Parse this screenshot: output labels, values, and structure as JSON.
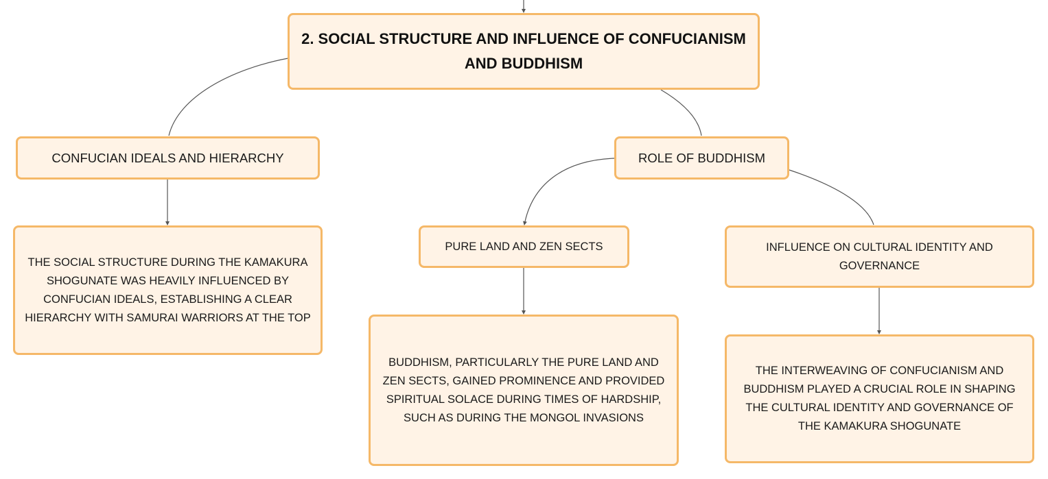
{
  "diagram": {
    "root": {
      "title": "2. SOCIAL STRUCTURE AND INFLUENCE OF CONFUCIANISM AND BUDDHISM"
    },
    "branches": [
      {
        "label": "CONFUCIAN IDEALS AND HIERARCHY",
        "detail": "THE SOCIAL STRUCTURE DURING THE KAMAKURA SHOGUNATE WAS HEAVILY INFLUENCED BY CONFUCIAN IDEALS, ESTABLISHING A CLEAR HIERARCHY WITH SAMURAI WARRIORS AT THE TOP"
      },
      {
        "label": "ROLE OF BUDDHISM",
        "children": [
          {
            "label": "PURE LAND AND ZEN SECTS",
            "detail": "BUDDHISM, PARTICULARLY THE PURE LAND AND ZEN SECTS, GAINED PROMINENCE AND PROVIDED SPIRITUAL SOLACE DURING TIMES OF HARDSHIP, SUCH AS DURING THE MONGOL INVASIONS"
          },
          {
            "label": "INFLUENCE ON CULTURAL IDENTITY AND GOVERNANCE",
            "detail": "THE INTERWEAVING OF CONFUCIANISM AND BUDDHISM PLAYED A CRUCIAL ROLE IN SHAPING THE CULTURAL IDENTITY AND GOVERNANCE OF THE KAMAKURA SHOGUNATE"
          }
        ]
      }
    ]
  },
  "colors": {
    "node_fill": "#fff3e6",
    "node_border": "#f5b868",
    "connector": "#555555",
    "text": "#1a1a1a"
  }
}
